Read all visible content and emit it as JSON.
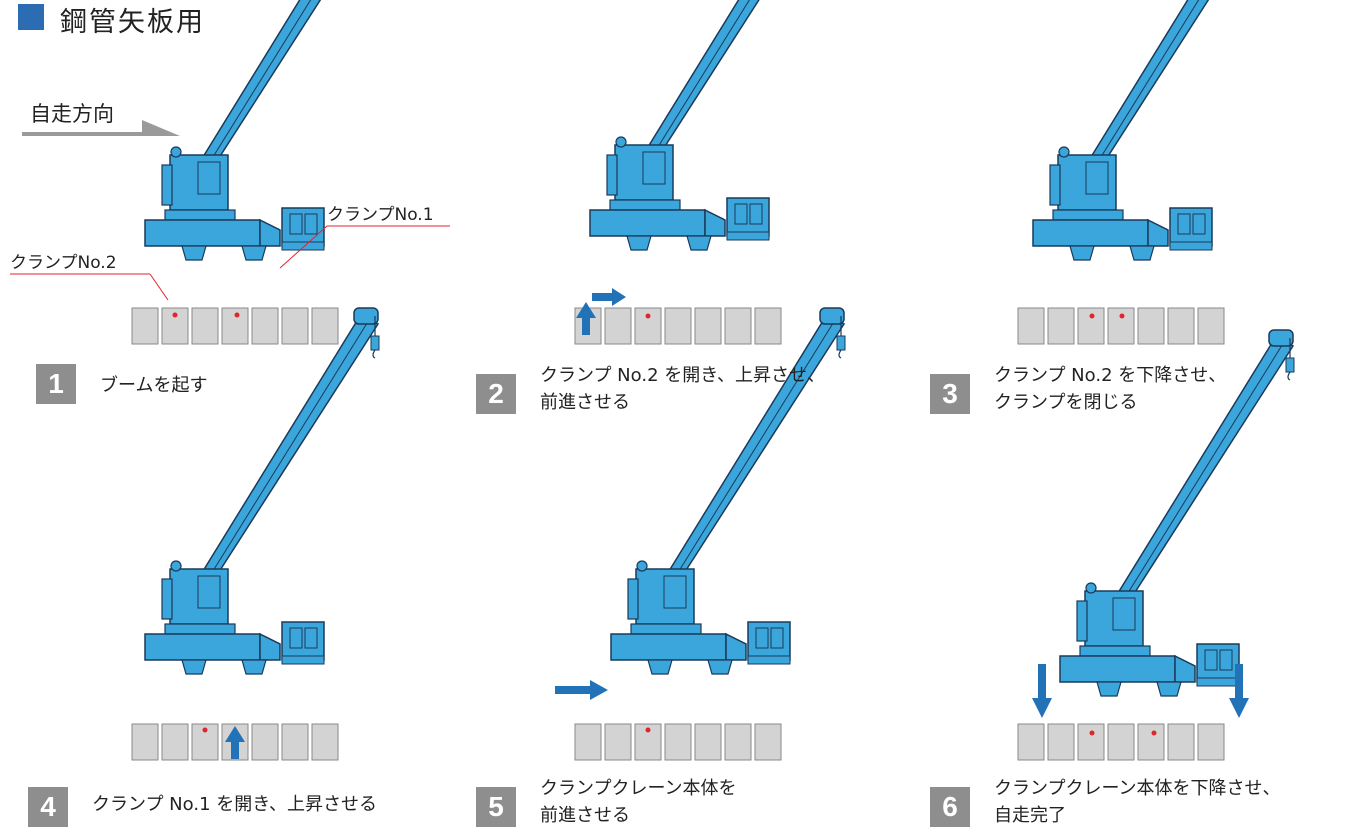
{
  "title": "鋼管矢板用",
  "direction_label": "自走方向",
  "clamp_labels": {
    "no1": "クランプNo.1",
    "no2": "クランプNo.2"
  },
  "steps": [
    {
      "num": "1",
      "lines": [
        "ブームを起す"
      ]
    },
    {
      "num": "2",
      "lines": [
        "クランプ No.2 を開き、上昇させ、",
        "前進させる"
      ]
    },
    {
      "num": "3",
      "lines": [
        "クランプ No.2 を下降させ、",
        "クランプを閉じる"
      ]
    },
    {
      "num": "4",
      "lines": [
        "クランプ No.1 を開き、上昇させる"
      ]
    },
    {
      "num": "5",
      "lines": [
        "クランプクレーン本体を",
        "前進させる"
      ]
    },
    {
      "num": "6",
      "lines": [
        "クランプクレーン本体を下降させ、",
        "自走完了"
      ]
    }
  ],
  "colors": {
    "crane": "#3aa6dc",
    "outline": "#1a3a5a",
    "arrow": "#2272b8",
    "pile": "#d3d3d3",
    "clamp_mark": "#e0262a"
  }
}
